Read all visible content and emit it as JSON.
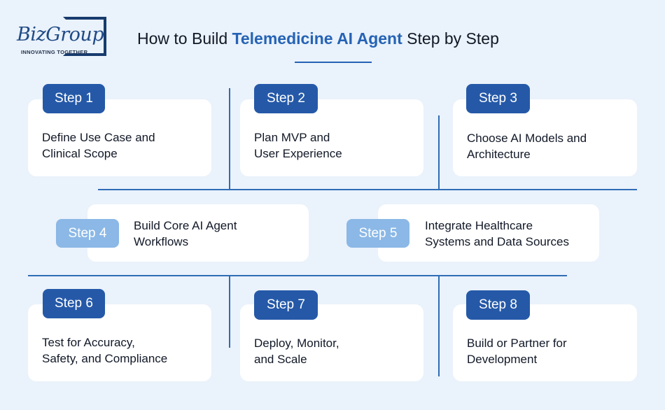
{
  "logo": {
    "name": "BizGroup",
    "tagline": "INNOVATING TOGETHER"
  },
  "title": {
    "prefix": "How to Build ",
    "highlight": "Telemedicine AI Agent",
    "suffix": " Step by Step"
  },
  "colors": {
    "accent": "#2563b5",
    "badge_dark": "#2559a8",
    "badge_light": "#8bb8e6",
    "background": "#eaf2fb"
  },
  "steps": [
    {
      "badge": "Step 1",
      "line1": "Define Use Case and",
      "line2": "Clinical Scope"
    },
    {
      "badge": "Step 2",
      "line1": "Plan MVP and",
      "line2": "User Experience"
    },
    {
      "badge": "Step 3",
      "line1": "Choose AI Models and",
      "line2": "Architecture"
    },
    {
      "badge": "Step 4",
      "line1": "Build Core AI Agent",
      "line2": "Workflows"
    },
    {
      "badge": "Step 5",
      "line1": "Integrate Healthcare",
      "line2": "Systems and Data Sources"
    },
    {
      "badge": "Step 6",
      "line1": "Test for Accuracy,",
      "line2": "Safety, and Compliance"
    },
    {
      "badge": "Step 7",
      "line1": "Deploy, Monitor,",
      "line2": "and Scale"
    },
    {
      "badge": "Step 8",
      "line1": "Build or Partner for",
      "line2": "Development"
    }
  ]
}
